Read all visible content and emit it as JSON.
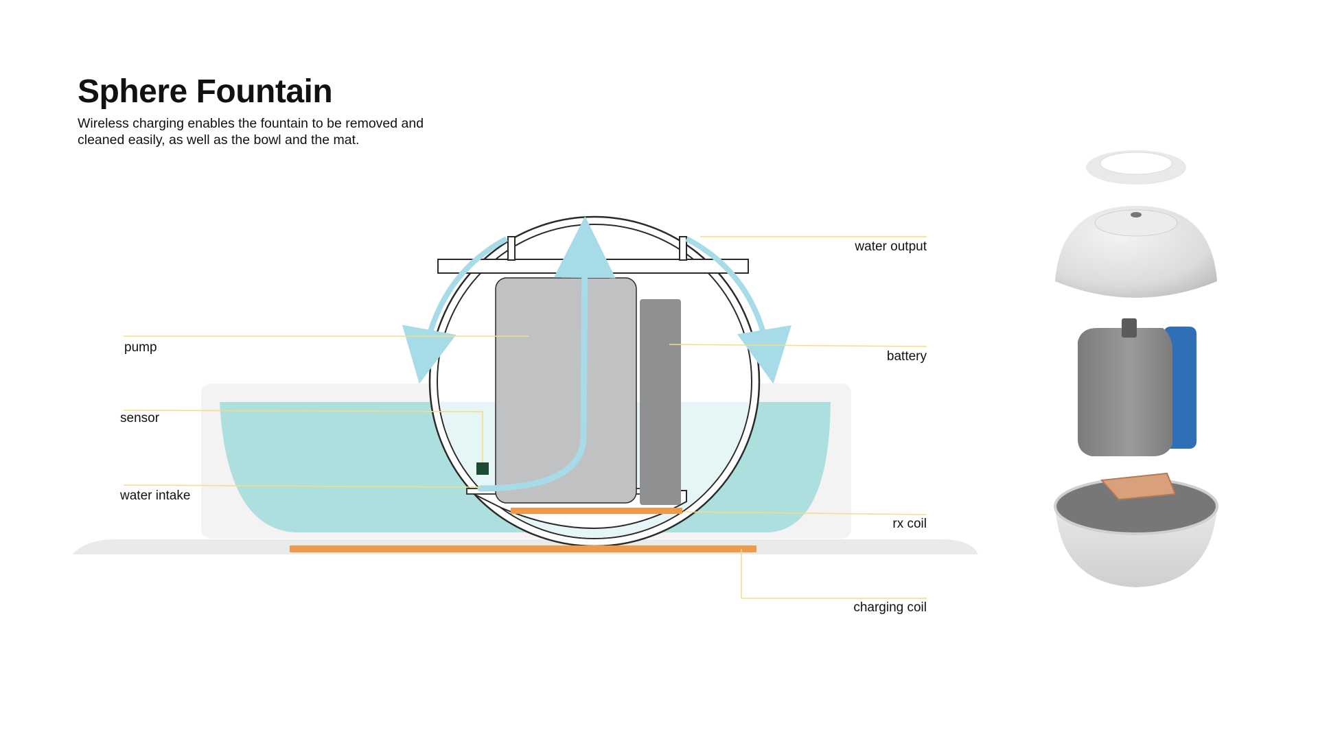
{
  "header": {
    "title": "Sphere Fountain",
    "subtitle_line1": "Wireless charging enables the fountain to be removed and",
    "subtitle_line2": "cleaned easily, as well as the bowl and the mat."
  },
  "labels": {
    "pump": "pump",
    "sensor": "sensor",
    "water_intake": "water intake",
    "water_output": "water output",
    "battery": "battery",
    "rx_coil": "rx coil",
    "charging_coil": "charging coil"
  },
  "colors": {
    "water": "#aedfdf",
    "water_light": "#e6f5f5",
    "flow_arrow": "#a8dbe8",
    "coil": "#ee9a4d",
    "pump": "#c0c1c2",
    "battery": "#8f9092",
    "bowl": "#f3f3f3",
    "mat": "#eaeaea",
    "leader_line": "#f3dc8a",
    "sensor_chip": "#1d4a33",
    "shell_stroke": "#2a2a2a",
    "battery_blue": "#2f6fb6"
  },
  "icons": {
    "flow": "arrow-up-icon",
    "sensor": "chip-icon"
  }
}
